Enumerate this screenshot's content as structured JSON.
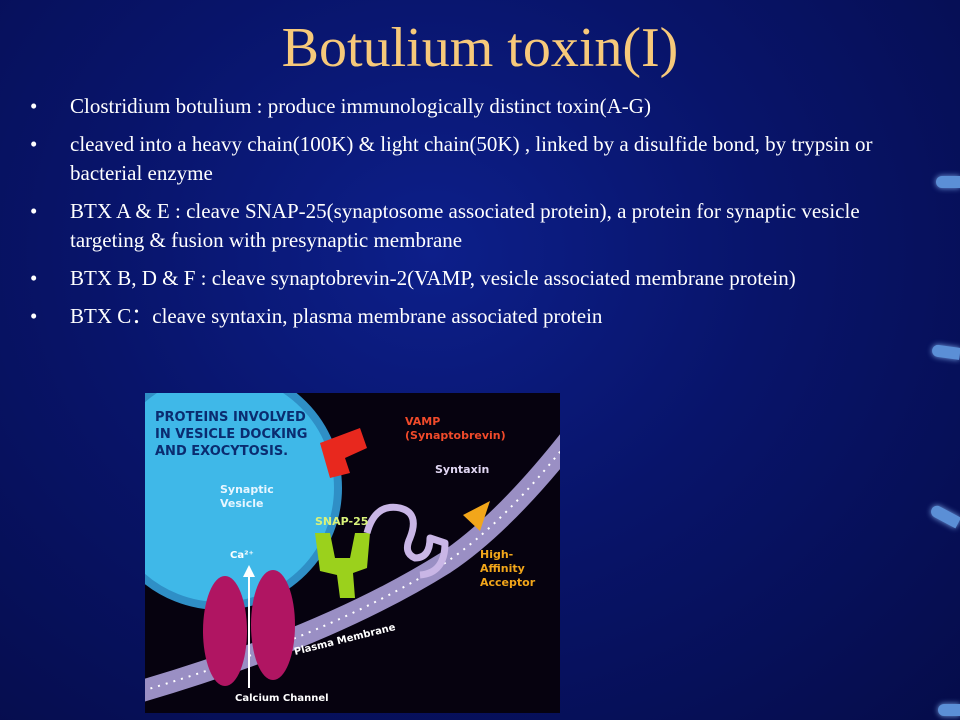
{
  "slide": {
    "title": "Botulium toxin(I)",
    "bullet_symbol": "•",
    "bullets": [
      "Clostridium botulium : produce immunologically distinct toxin(A-G)",
      "cleaved into a heavy chain(100K) & light chain(50K) , linked by a disulfide bond, by trypsin or bacterial enzyme",
      "BTX A & E : cleave SNAP-25(synaptosome associated protein), a protein for synaptic vesicle targeting & fusion with presynaptic membrane",
      "BTX B, D & F : cleave synaptobrevin-2(VAMP, vesicle associated membrane protein)",
      "BTX C：cleave syntaxin, plasma membrane associated protein"
    ]
  },
  "figure": {
    "heading_line1": "PROTEINS INVOLVED",
    "heading_line2": "IN VESICLE DOCKING",
    "heading_line3": "AND EXOCYTOSIS.",
    "vesicle_line1": "Synaptic",
    "vesicle_line2": "Vesicle",
    "vamp_line1": "VAMP",
    "vamp_line2": "(Synaptobrevin)",
    "syntaxin": "Syntaxin",
    "snap25": "SNAP-25",
    "acceptor_line1": "High-",
    "acceptor_line2": "Affinity",
    "acceptor_line3": "Acceptor",
    "calcium_ion": "Ca²⁺",
    "membrane": "Plasma Membrane",
    "channel": "Calcium Channel"
  },
  "colors": {
    "background": "#08146a",
    "title": "#f7c97a",
    "text": "#ffffff",
    "vesicle": "#3fb8e8",
    "membrane": "#9a8fc4",
    "vamp": "#e8281e",
    "snap25": "#9bd11c",
    "syntaxin": "#c9b6e6",
    "acceptor": "#f2a61a",
    "channel": "#b01562"
  }
}
